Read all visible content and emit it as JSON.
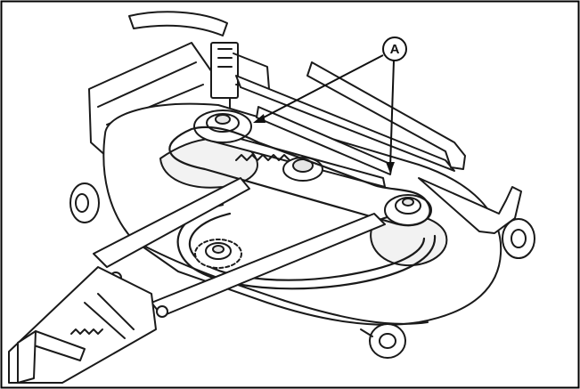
{
  "figure": {
    "callouts": [
      {
        "letter": "A",
        "points_to": [
          "belt-guide-left",
          "belt-guide-right"
        ]
      }
    ],
    "colors": {
      "line": "#1a1a1a",
      "fill": "#ffffff",
      "shade": "#e6e6e6",
      "frame": "#000000"
    }
  }
}
